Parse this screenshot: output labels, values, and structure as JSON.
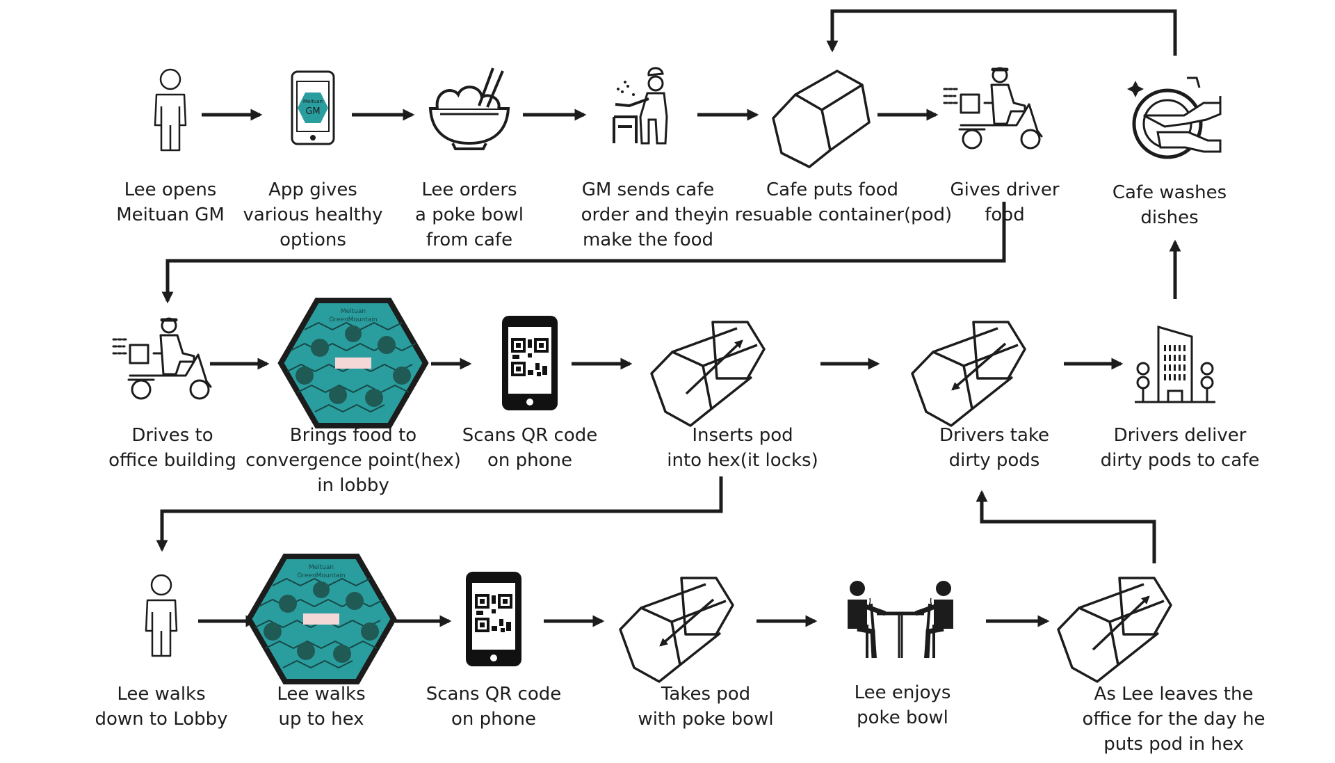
{
  "steps": [
    {
      "id": "lee-opens",
      "lines": [
        "Lee opens",
        "Meituan GM"
      ],
      "icon": "person-icon"
    },
    {
      "id": "app-options",
      "lines": [
        "App gives",
        "various healthy",
        "options"
      ],
      "icon": "phone-app-icon",
      "icon_text": [
        "Meituan",
        "GM"
      ]
    },
    {
      "id": "lee-orders",
      "lines": [
        "Lee orders",
        "a poke bowl",
        "from cafe"
      ],
      "icon": "bowl-chopsticks-icon"
    },
    {
      "id": "gm-sends",
      "lines": [
        "GM sends cafe",
        "order and they",
        "make the food"
      ],
      "icon": "chef-icon"
    },
    {
      "id": "cafe-puts",
      "lines": [
        "Cafe puts food",
        "in resuable container(pod)"
      ],
      "icon": "pod-icon"
    },
    {
      "id": "gives-driver",
      "lines": [
        "Gives driver",
        "food"
      ],
      "icon": "delivery-scooter-icon"
    },
    {
      "id": "cafe-washes",
      "lines": [
        "Cafe washes",
        "dishes"
      ],
      "icon": "washing-dishes-icon"
    },
    {
      "id": "drives-office",
      "lines": [
        "Drives to",
        "office building"
      ],
      "icon": "delivery-scooter-icon"
    },
    {
      "id": "brings-hex",
      "lines": [
        "Brings food to",
        "convergence point(hex)",
        "in lobby"
      ],
      "icon": "hex-locker-icon",
      "icon_text": [
        "Meituan",
        "GreenMountain"
      ]
    },
    {
      "id": "scans-qr-1",
      "lines": [
        "Scans QR code",
        "on phone"
      ],
      "icon": "qr-phone-icon"
    },
    {
      "id": "inserts-pod",
      "lines": [
        "Inserts pod",
        "into hex(it locks)"
      ],
      "icon": "pod-insert-icon"
    },
    {
      "id": "drivers-take",
      "lines": [
        "Drivers take",
        "dirty pods"
      ],
      "icon": "pod-remove-icon"
    },
    {
      "id": "drivers-deliver",
      "lines": [
        "Drivers deliver",
        "dirty pods to cafe"
      ],
      "icon": "office-building-icon"
    },
    {
      "id": "lee-walks-down",
      "lines": [
        "Lee walks",
        "down to Lobby"
      ],
      "icon": "person-icon"
    },
    {
      "id": "lee-walks-up",
      "lines": [
        "Lee walks",
        "up to hex"
      ],
      "icon": "hex-locker-icon",
      "icon_text": [
        "Meituan",
        "GreenMountain"
      ]
    },
    {
      "id": "scans-qr-2",
      "lines": [
        "Scans QR code",
        "on phone"
      ],
      "icon": "qr-phone-icon"
    },
    {
      "id": "takes-pod",
      "lines": [
        "Takes pod",
        "with poke bowl"
      ],
      "icon": "pod-remove-icon"
    },
    {
      "id": "lee-enjoys",
      "lines": [
        "Lee enjoys",
        "poke bowl"
      ],
      "icon": "dining-table-icon"
    },
    {
      "id": "lee-leaves",
      "lines": [
        "As Lee leaves the",
        "office for the day he",
        "puts pod in hex"
      ],
      "icon": "pod-insert-icon"
    }
  ],
  "colors": {
    "ink": "#1c1c1c",
    "teal": "#2a9d9f",
    "dark_teal": "#1f5a55",
    "pink": "#f4d8d8"
  }
}
